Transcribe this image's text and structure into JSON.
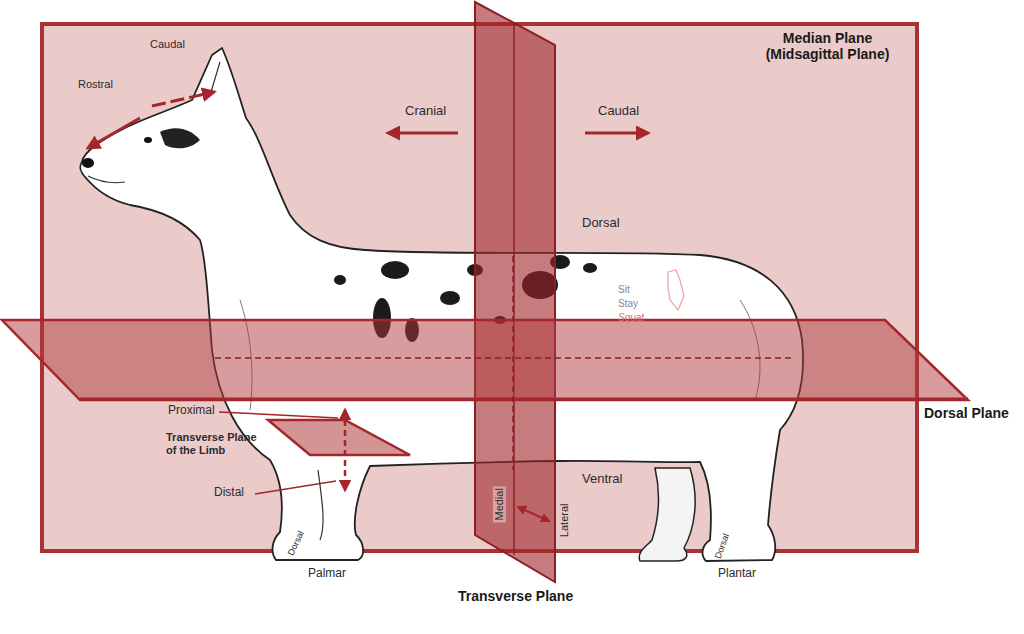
{
  "diagram": {
    "labels": [
      "Caudal",
      "Rostral",
      "Median Plane (Midsagittal Plane)",
      "Cranial",
      "Caudal",
      "Dorsal",
      "Sit",
      "Stay",
      "Squat",
      "Dorsal Plane",
      "Proximal",
      "Transverse Plane of the Limb",
      "Distal",
      "Ventral",
      "Medial",
      "Lateral",
      "Dorsal",
      "Dorsal",
      "Palmar",
      "Plantar",
      "Transverse Plane"
    ]
  }
}
